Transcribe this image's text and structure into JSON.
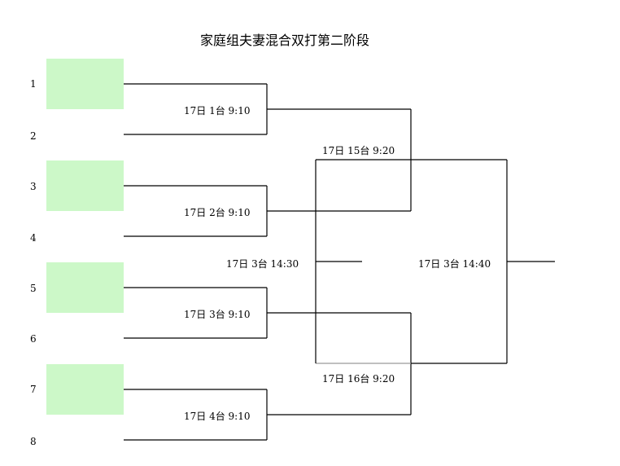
{
  "title": "家庭组夫妻混合双打第二阶段",
  "colors": {
    "seed_box": "#ccf8c8",
    "line": "#000000"
  },
  "seeds": [
    "1",
    "2",
    "3",
    "4",
    "5",
    "6",
    "7",
    "8"
  ],
  "round1": [
    {
      "label": "17日 1台 9:10"
    },
    {
      "label": "17日 2台 9:10"
    },
    {
      "label": "17日 3台 9:10"
    },
    {
      "label": "17日 4台 9:10"
    }
  ],
  "round2": [
    {
      "label": "17日 15台 9:20"
    },
    {
      "label": "17日 16台 9:20"
    }
  ],
  "third_place": {
    "label": "17日 3台 14:30"
  },
  "final": {
    "label": "17日 3台 14:40"
  }
}
